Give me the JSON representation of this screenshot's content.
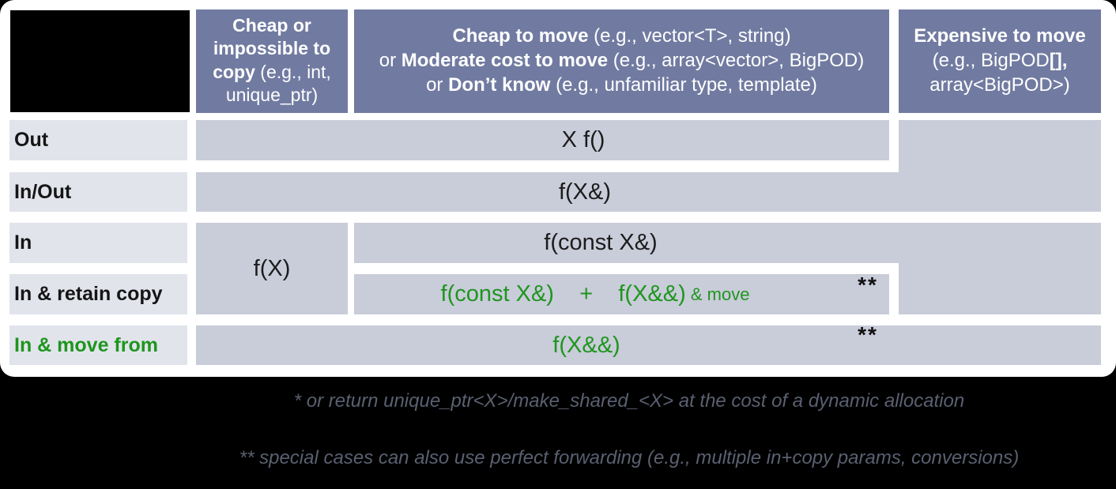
{
  "slide": {
    "header": {
      "col1": {
        "segs": [
          {
            "t": "Cheap or impossible to copy",
            "b": true
          },
          {
            "t": " (e.g., int, unique_ptr)",
            "b": false
          }
        ]
      },
      "col2": {
        "lines": [
          {
            "segs": [
              {
                "t": "Cheap to move",
                "b": true
              },
              {
                "t": " (e.g., vector<T>, string)",
                "b": false
              }
            ]
          },
          {
            "segs": [
              {
                "t": "or ",
                "b": false
              },
              {
                "t": "Moderate cost to move",
                "b": true
              },
              {
                "t": " (e.g., array<vector>, BigPOD)",
                "b": false
              }
            ]
          },
          {
            "segs": [
              {
                "t": "or ",
                "b": false
              },
              {
                "t": "Don’t know",
                "b": true
              },
              {
                "t": " (e.g., unfamiliar type, template)",
                "b": false
              }
            ]
          }
        ]
      },
      "col3": {
        "lines": [
          {
            "segs": [
              {
                "t": "Expensive to move",
                "b": true
              }
            ]
          },
          {
            "segs": [
              {
                "t": "(e.g., BigPOD",
                "b": false
              },
              {
                "t": "[],",
                "b": true
              }
            ]
          },
          {
            "segs": [
              {
                "t": "array<BigPOD>)",
                "b": false
              }
            ]
          }
        ]
      }
    },
    "rows": [
      {
        "label": "Out"
      },
      {
        "label": "In/Out"
      },
      {
        "label": "In"
      },
      {
        "label": "In & retain copy"
      },
      {
        "label": "In & move from"
      }
    ],
    "cells": {
      "out": "X f()",
      "inout": "f(X&)",
      "in_cheap_copy": "f(X)",
      "in_const_ref": "f(const X&)",
      "retain_expr": "f(const X&)    +    f(X&&)",
      "retain_suffix": " & move",
      "retain_note": "**",
      "move_expr": "f(X&&)",
      "move_note": "**"
    },
    "footnotes": [
      "* or return unique_ptr<X>/make_shared_<X> at the cost of a dynamic allocation",
      "** special cases can also use perfect forwarding (e.g., multiple in+copy params, conversions)"
    ],
    "colors": {
      "header_bg": "#717ba1",
      "cell_bg": "#c9ccd9",
      "label_bg": "#e2e4ec",
      "accent_green": "#1e961e",
      "footnote_gray": "#5a6070",
      "footer_bg": "#000000"
    }
  }
}
